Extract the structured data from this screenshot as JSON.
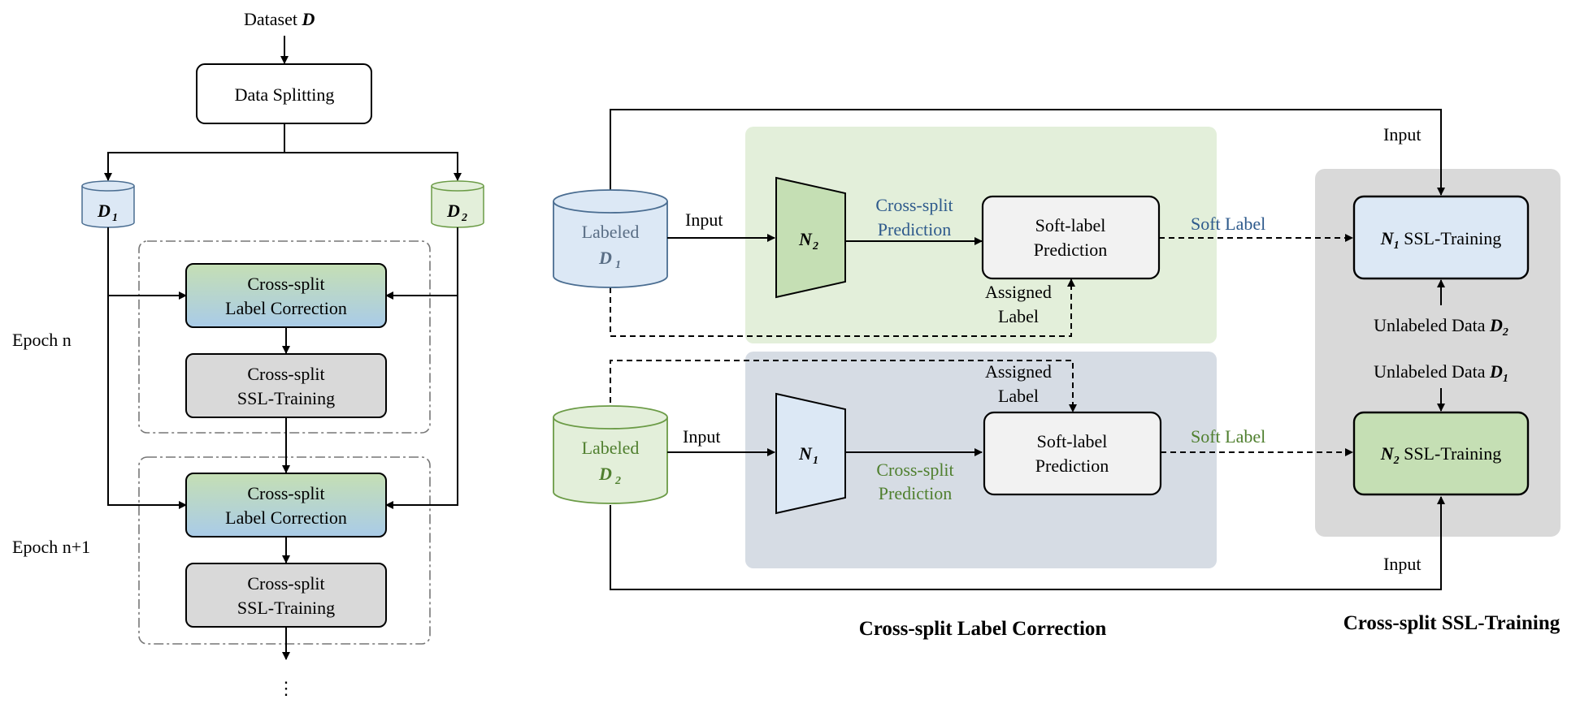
{
  "left_flow": {
    "dataset_label": "Dataset",
    "dataset_symbol": "D",
    "data_splitting": "Data Splitting",
    "d1_symbol": "D",
    "d1_sub": "1",
    "d2_symbol": "D",
    "d2_sub": "2",
    "epoch_n": "Epoch n",
    "epoch_n1": "Epoch n+1",
    "label_correction_line1": "Cross-split",
    "label_correction_line2": "Label Correction",
    "ssl_training_line1": "Cross-split",
    "ssl_training_line2": "SSL-Training",
    "continuation": "⋮"
  },
  "right_flow": {
    "labeled": "Labeled",
    "d_symbol": "D",
    "sub1": "1",
    "sub2": "2",
    "input": "Input",
    "n2_symbol": "N",
    "n1_symbol": "N",
    "cross_split": "Cross-split",
    "prediction": "Prediction",
    "soft_label_prediction_line1": "Soft-label",
    "soft_label_prediction_line2": "Prediction",
    "soft_label": "Soft Label",
    "assigned": "Assigned",
    "label": "Label",
    "ssl_training_suffix": " SSL-Training",
    "unlabeled_data": "Unlabeled Data ",
    "caption_label_correction": "Cross-split Label Correction",
    "caption_ssl_training": "Cross-split SSL-Training"
  },
  "colors": {
    "green_fill": "#c5dfb4",
    "blue_fill": "#dce8f5",
    "grey_fill": "#d9d9d9",
    "light_grey_fill": "#f2f2f2",
    "green_panel": "#e3efda",
    "blue_panel": "#d6dce4",
    "grey_panel": "#d9d9d9",
    "blue_text": "#2e5a8c",
    "green_text": "#4f7f2e"
  }
}
